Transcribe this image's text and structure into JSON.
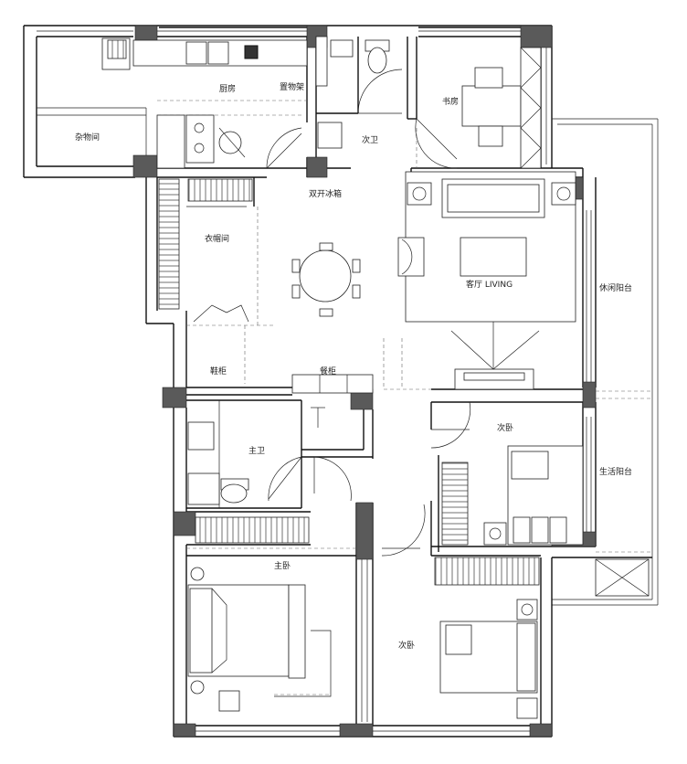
{
  "rooms": {
    "kitchen": "厨房",
    "storage_tool": "置物架",
    "utility_room": "杂物间",
    "second_bath": "次卫",
    "study": "书房",
    "fridge": "双开冰箱",
    "walk_in_closet": "衣帽间",
    "living": "客厅 LIVING",
    "leisure_balcony": "休闲阳台",
    "shoe_cabinet": "鞋柜",
    "dining_cabinet": "餐柜",
    "master_bath": "主卫",
    "second_bedroom_1": "次卧",
    "life_balcony": "生活阳台",
    "master_bedroom": "主卧",
    "second_bedroom_2": "次卧"
  },
  "colors": {
    "wall": "#111111",
    "column": "#5a5a5a",
    "line": "#222222",
    "background": "#ffffff"
  }
}
